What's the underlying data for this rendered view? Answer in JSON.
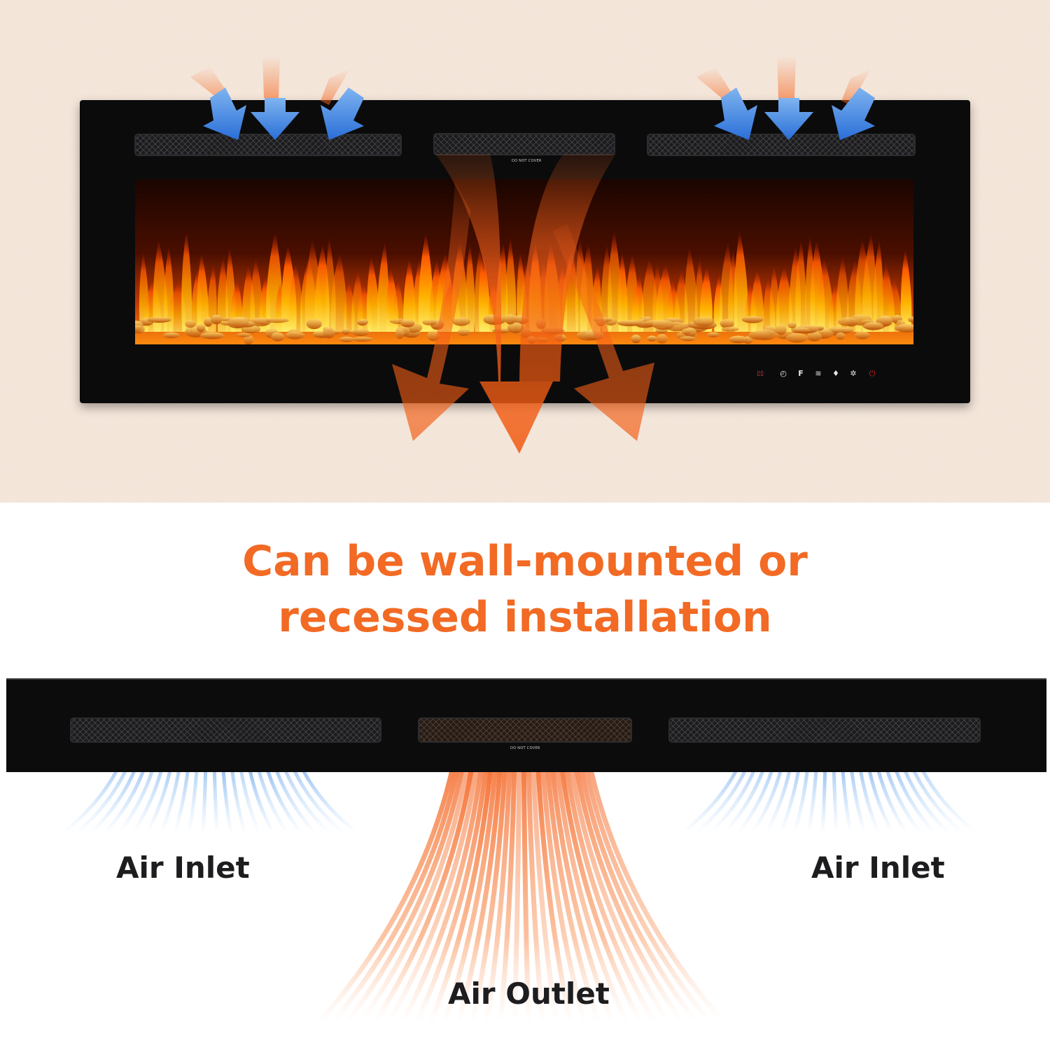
{
  "headline": {
    "line1": "Can be wall-mounted or",
    "line2": "recessed installation"
  },
  "fireplace": {
    "vent_label": "DO NOT COVER",
    "controls": [
      {
        "name": "timer-icon",
        "glyph": "◴"
      },
      {
        "name": "fahrenheit-icon",
        "glyph": "F"
      },
      {
        "name": "heat-icon",
        "glyph": "≋"
      },
      {
        "name": "flame-icon",
        "glyph": "♦"
      },
      {
        "name": "light-icon",
        "glyph": "✲"
      },
      {
        "name": "power-icon",
        "glyph": "⏻"
      }
    ]
  },
  "labels": {
    "air_inlet_left": "Air Inlet",
    "air_inlet_right": "Air Inlet",
    "air_outlet": "Air Outlet"
  },
  "colors": {
    "accent_orange": "#f26a24",
    "inlet_blue": "#2f7fe0",
    "outlet_orange": "#f5631c",
    "wall": "#f2e1d4"
  }
}
